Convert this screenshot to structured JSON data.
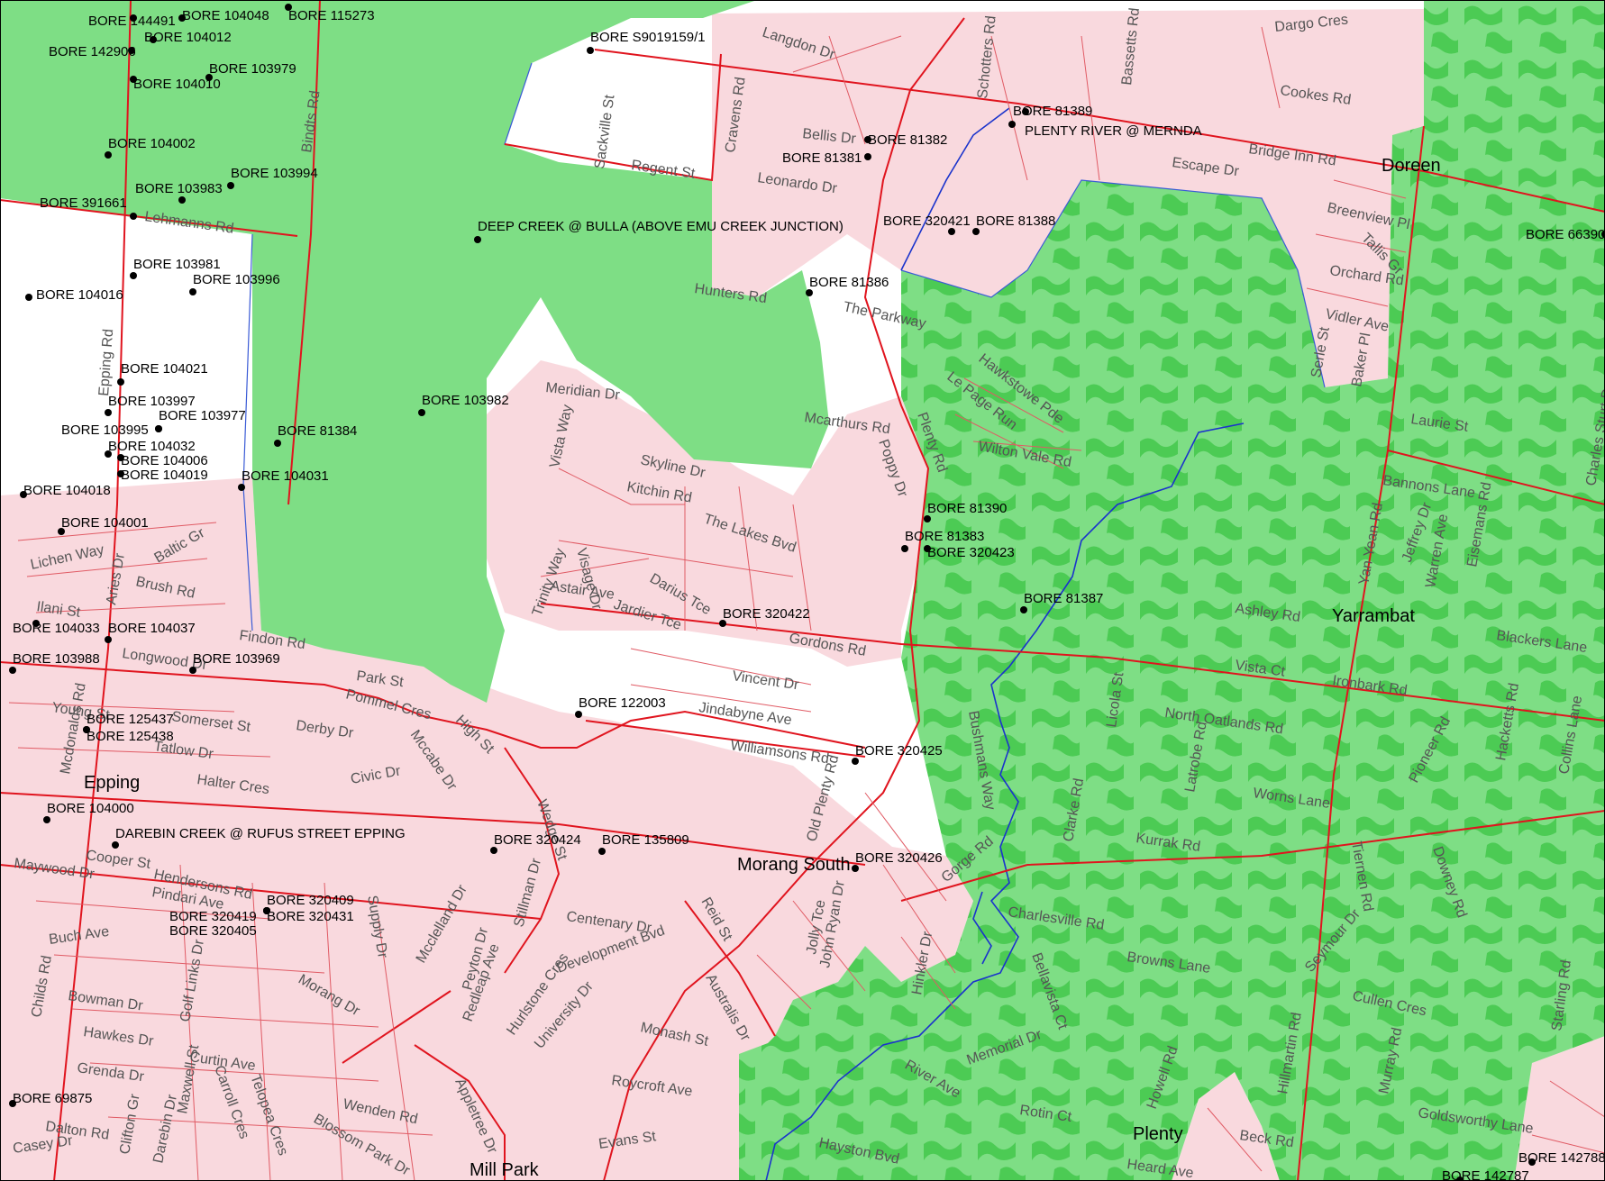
{
  "map": {
    "colors": {
      "background": "#ffffff",
      "urban": "#f9d9de",
      "green": "#7ede85",
      "dark_green": "#4ccb54",
      "road": "#e0141e",
      "minor_road": "#e05a64",
      "creek": "#1a33cc",
      "boundary": "#3a5bd6",
      "bore": "#000000",
      "label": "#555555"
    },
    "towns": [
      "Epping",
      "Doreen",
      "Yarrambat",
      "Morang South",
      "Plenty",
      "Mill Park"
    ],
    "roads": [
      "Lehmanns Rd",
      "Bindts Rd",
      "Epping Rd",
      "Regent St",
      "Sackville St",
      "Cravens Rd",
      "Langdon Dr",
      "Schotters Rd",
      "Bassetts Rd",
      "Dargo Cres",
      "Cookes Rd",
      "Bridge Inn Rd",
      "Escape Dr",
      "Bellis Dr",
      "Leonardo Dr",
      "Hunters Rd",
      "The Parkway",
      "Breenview Pl",
      "Tallis Gr",
      "Orchard Rd",
      "Vidler Ave",
      "Serle St",
      "Baker Pl",
      "Hawkstowe Pde",
      "Le Page Run",
      "Wilton Vale Rd",
      "Mcarthurs Rd",
      "Poppy Dr",
      "Plenty Rd",
      "Meridian Dr",
      "Vista Way",
      "Skyline Dr",
      "Kitchin Rd",
      "The Lakes Bvd",
      "Visage Dr",
      "Trinity Way",
      "Astair Ave",
      "Jardier Tce",
      "Darius Tce",
      "Gordons Rd",
      "Vincent Dr",
      "Jindabyne Ave",
      "Williamsons Rd",
      "Old Plenty Rd",
      "Bushmans Way",
      "Laurie St",
      "Bannons Lane",
      "Charles Sturt Dr",
      "Yan Yean Rd",
      "Jeffrey Dr",
      "Warren Ave",
      "Eisemans Rd",
      "Ashley Rd",
      "Blackers Lane",
      "Vista Ct",
      "Ironbark Rd",
      "Licola St",
      "North Oatlands Rd",
      "Latrobe Rd",
      "Worns Lane",
      "Clarke Rd",
      "Kurrak Rd",
      "Pioneer Rd",
      "Downey Rd",
      "Tiernen Rd",
      "Hacketts Rd",
      "Collins Lane",
      "Gorge Rd",
      "Charlesville Rd",
      "Browns Lane",
      "Seymour Dr",
      "Cullen Cres",
      "Bellavista Ct",
      "River Ave",
      "Memorial Dr",
      "Rotin Ct",
      "Howell Rd",
      "Beck Rd",
      "Heard Ave",
      "Hillmartin Rd",
      "Murray Rd",
      "Starling Rd",
      "Goldsworthy Lane",
      "Hayston Bvd",
      "Baltic Gr",
      "Lichen Way",
      "Brush Rd",
      "Aries Dr",
      "Ilani St",
      "Findon Rd",
      "Longwood Dr",
      "Park St",
      "Young St",
      "Somerset St",
      "Derby Dr",
      "Tatlow Dr",
      "Pommel Cres",
      "Mccabe Dr",
      "High St",
      "Mcdonalds Rd",
      "Halter Cres",
      "Civic Dr",
      "Wedge St",
      "Cooper St",
      "Maywood Dr",
      "Hendersons Rd",
      "Pindari Ave",
      "Supply Dr",
      "Buch Ave",
      "Childs Rd",
      "Bowman Dr",
      "Golf Links Dr",
      "Morang Dr",
      "Mcclelland Dr",
      "Peyton Dr",
      "Stillman Dr",
      "Centenary Dr",
      "Development Bvd",
      "Reid St",
      "Jolly Tce",
      "John Ryan Dr",
      "Hinkler Dr",
      "Redleap Ave",
      "Hurlstone Cres",
      "University Dr",
      "Australis Dr",
      "Monash St",
      "Hawkes Dr",
      "Curtin Ave",
      "Grenda Dr",
      "Carroll Cres",
      "Telopea Cres",
      "Roycroft Ave",
      "Wenden Rd",
      "Appletree Dr",
      "Blossom Park Dr",
      "Evans St",
      "Dalton Rd",
      "Clifton Gr",
      "Darebin Dr",
      "Maxwell St",
      "Casey Dr"
    ],
    "bores": [
      "BORE 144491",
      "BORE 104048",
      "BORE 115273",
      "BORE 104012",
      "BORE 142906",
      "BORE 103979",
      "BORE 104010",
      "BORE S9019159/1",
      "BORE 104002",
      "BORE 103994",
      "BORE 103983",
      "BORE 391661",
      "BORE 103981",
      "BORE 103996",
      "BORE 104016",
      "BORE 104021",
      "BORE 103997",
      "BORE 103977",
      "BORE 103995",
      "BORE 104032",
      "BORE 104006",
      "BORE 104019",
      "BORE 104031",
      "BORE 104018",
      "BORE 104001",
      "BORE 81384",
      "BORE 103982",
      "BORE 104033",
      "BORE 104037",
      "BORE 103988",
      "BORE 103969",
      "BORE 125437",
      "BORE 125438",
      "BORE 104000",
      "BORE 122003",
      "BORE 320424",
      "BORE 135809",
      "BORE 320409",
      "BORE 320419",
      "BORE 320431",
      "BORE 320405",
      "BORE 81389",
      "BORE 81382",
      "BORE 81381",
      "BORE 320421",
      "BORE 81388",
      "BORE 81386",
      "BORE 81390",
      "BORE 81383",
      "BORE 320423",
      "BORE 81387",
      "BORE 320422",
      "BORE 320425",
      "BORE 320426",
      "BORE 66390",
      "BORE 142787",
      "BORE 142788",
      "BORE 69875"
    ],
    "gauges": [
      "PLENTY RIVER @ MERNDA",
      "DEEP CREEK @ BULLA (ABOVE EMU CREEK JUNCTION)",
      "DAREBIN CREEK @ RUFUS STREET EPPING"
    ]
  }
}
